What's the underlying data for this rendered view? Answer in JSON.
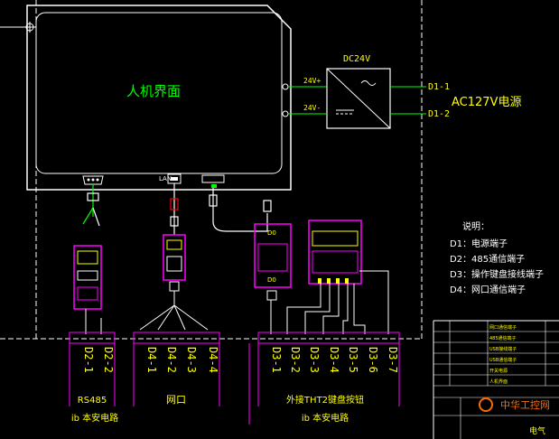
{
  "hmi": {
    "label": "人机界面"
  },
  "power": {
    "module": "DC24V",
    "pos": "24V+",
    "neg": "24V-",
    "t1": "D1-1",
    "t2": "D1-2",
    "source": "AC127V电源"
  },
  "port_labels": {
    "lan": "LAN"
  },
  "notes": {
    "title": "说明：",
    "items": [
      "D1：电源端子",
      "D2：485通信端子",
      "D3：操作键盘接线端子",
      "D4：网口通信端子"
    ]
  },
  "terminals": {
    "d2": [
      "D2-1",
      "D2-2"
    ],
    "d4": [
      "D4-1",
      "D4-2",
      "D4-3",
      "D4-4"
    ],
    "d3": [
      "D3-1",
      "D3-2",
      "D3-3",
      "D3-4",
      "D3-5",
      "D3-6",
      "D3-7"
    ]
  },
  "groups": {
    "rs485": "RS485",
    "rs485_sub": "ib 本安电路",
    "net": "网口",
    "keyboard": "外接THT2键盘按钮",
    "keyboard_sub": "ib 本安电路"
  },
  "chips": {
    "top": "D0",
    "bottom": "D0"
  },
  "title_block": {
    "rows": [
      "网口通信端子",
      "485通信端子",
      "USB接线端子",
      "USB通信端子",
      "开关电源",
      "人机界面"
    ],
    "footer": "电气"
  },
  "watermark": "中华工控网"
}
